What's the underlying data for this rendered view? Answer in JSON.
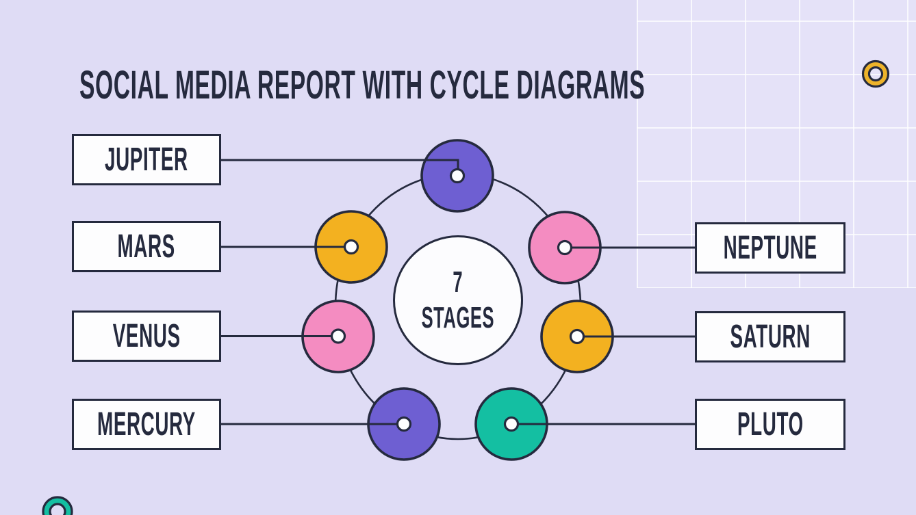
{
  "slide": {
    "title": "SOCIAL MEDIA REPORT WITH CYCLE DIAGRAMS",
    "background_color": "#dfdcf5",
    "grid_panel_color": "#e5e2f8",
    "ink_color": "#252a3e",
    "box_fill": "#fdfdfe"
  },
  "diagram": {
    "center_label": {
      "line1": "7",
      "line2": "STAGES"
    },
    "stages": [
      {
        "label": "JUPITER",
        "position": "top",
        "side": "left",
        "color": "#6e5fd2",
        "color_name": "purple"
      },
      {
        "label": "NEPTUNE",
        "position": "upper-right",
        "side": "right",
        "color": "#f48cc1",
        "color_name": "pink"
      },
      {
        "label": "SATURN",
        "position": "right",
        "side": "right",
        "color": "#f3b120",
        "color_name": "orange"
      },
      {
        "label": "PLUTO",
        "position": "lower-right",
        "side": "right",
        "color": "#14bfa2",
        "color_name": "teal"
      },
      {
        "label": "MERCURY",
        "position": "lower-left",
        "side": "left",
        "color": "#6e5fd2",
        "color_name": "purple"
      },
      {
        "label": "VENUS",
        "position": "left",
        "side": "left",
        "color": "#f48cc1",
        "color_name": "pink"
      },
      {
        "label": "MARS",
        "position": "upper-left",
        "side": "left",
        "color": "#f3b120",
        "color_name": "orange"
      }
    ]
  },
  "decorations": {
    "top_right_ring": {
      "color": "#edb32a",
      "color_name": "gold"
    },
    "bottom_left_ring": {
      "color": "#14bfa2",
      "color_name": "teal"
    }
  }
}
